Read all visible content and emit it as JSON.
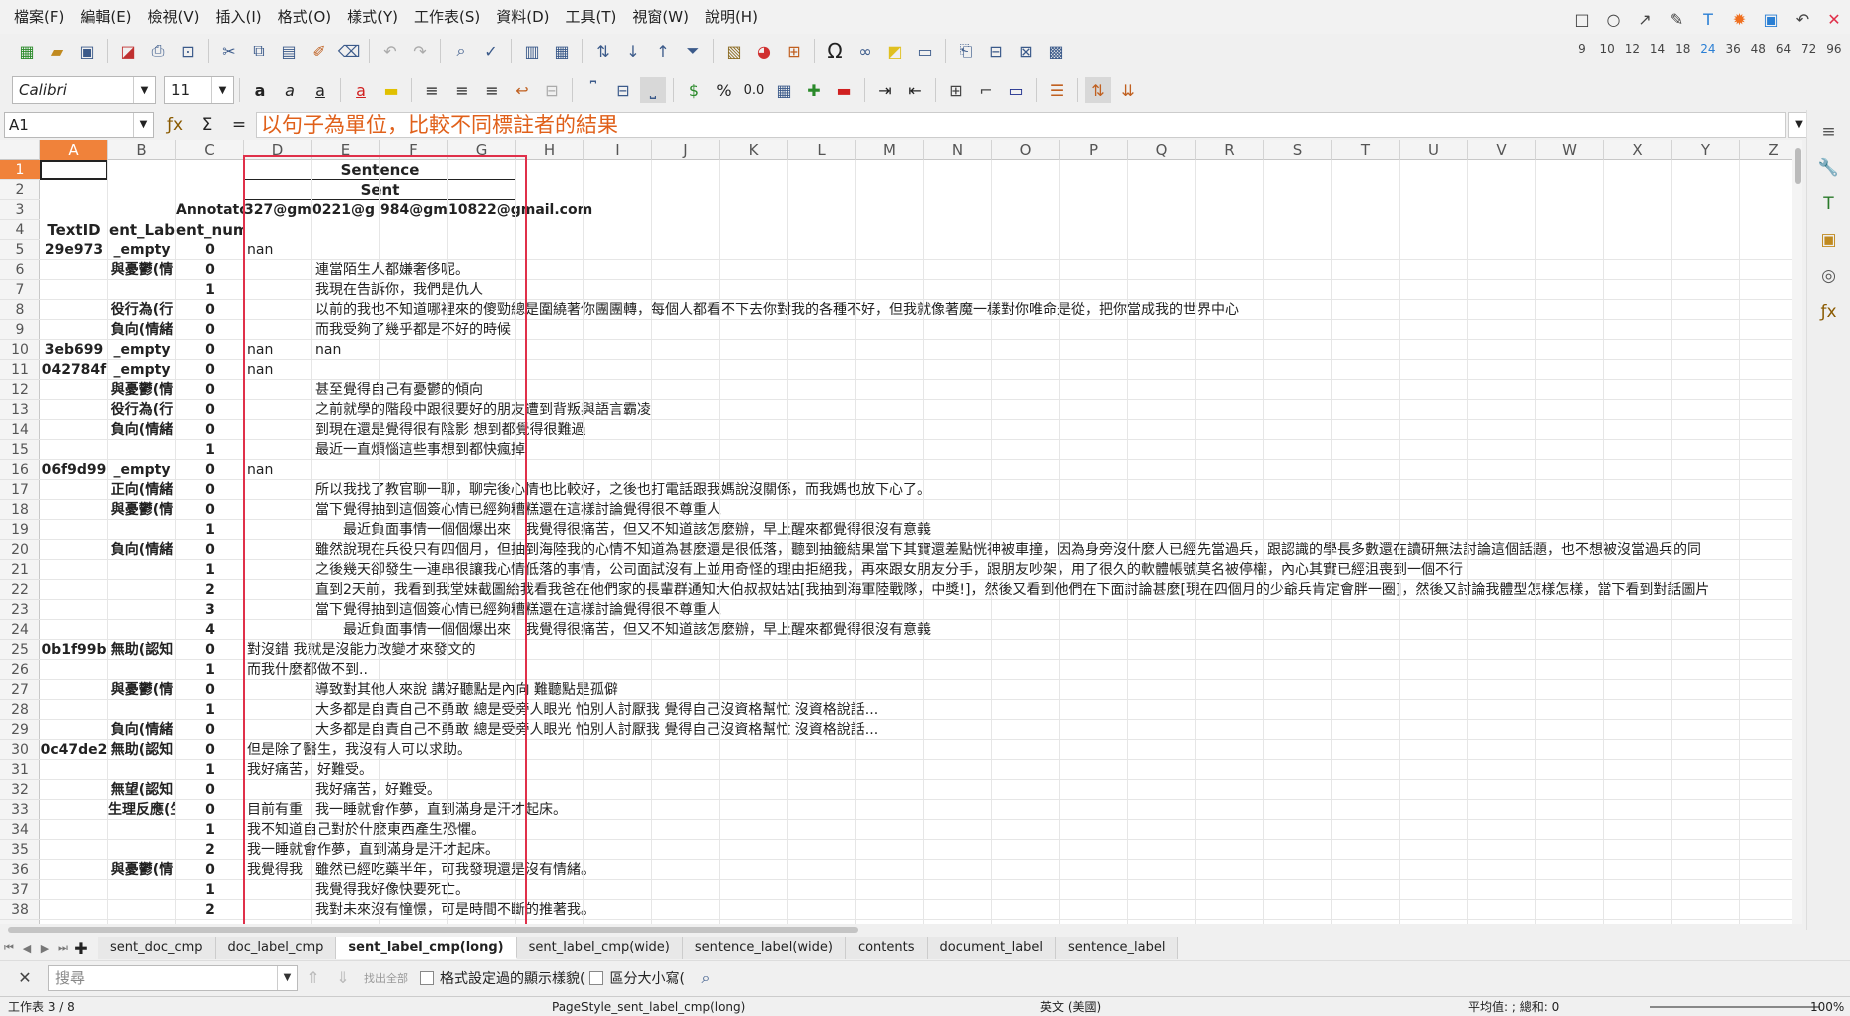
{
  "menu": [
    "檔案(F)",
    "編輯(E)",
    "檢視(V)",
    "插入(I)",
    "格式(O)",
    "樣式(Y)",
    "工作表(S)",
    "資料(D)",
    "工具(T)",
    "視窗(W)",
    "說明(H)"
  ],
  "font": {
    "name": "Calibri",
    "size": "11"
  },
  "drawtools": {
    "sizes": [
      "9",
      "10",
      "12",
      "14",
      "18",
      "24",
      "36",
      "48",
      "64",
      "72",
      "96"
    ]
  },
  "namebox": "A1",
  "formula": "以句子為單位，比較不同標註者的結果",
  "columns": [
    "A",
    "B",
    "C",
    "D",
    "E",
    "F",
    "G",
    "H",
    "I",
    "J",
    "K",
    "L",
    "M",
    "N",
    "O",
    "P",
    "Q",
    "R",
    "S",
    "T",
    "U",
    "V",
    "W",
    "X",
    "Y",
    "Z"
  ],
  "rows": [
    "1",
    "2",
    "3",
    "4",
    "5",
    "6",
    "7",
    "8",
    "9",
    "10",
    "11",
    "12",
    "13",
    "14",
    "15",
    "16",
    "17",
    "18",
    "19",
    "20",
    "21",
    "22",
    "23",
    "24",
    "25",
    "26",
    "27",
    "28",
    "29",
    "30",
    "31",
    "32",
    "33",
    "34",
    "35",
    "36",
    "37",
    "38"
  ],
  "header": {
    "sentence": "Sentence",
    "sent": "Sent",
    "annotator": "Annotato",
    "emails": [
      "327@gm",
      "0221@g",
      "984@gm",
      "10822@gmail.com"
    ],
    "textid": "TextID",
    "label": "ent_Lab",
    "sentnum": "ent_num"
  },
  "cells": [
    {
      "r": 5,
      "a": "29e973",
      "b": "_empty",
      "c": "0",
      "d": "nan",
      "e": ""
    },
    {
      "r": 6,
      "a": "",
      "b": "與憂鬱(情",
      "c": "0",
      "d": "",
      "e": "連當陌生人都嫌奢侈呢。"
    },
    {
      "r": 7,
      "a": "",
      "b": "",
      "c": "1",
      "d": "",
      "e": "我現在告訴你，我們是仇人"
    },
    {
      "r": 8,
      "a": "",
      "b": "役行為(行",
      "c": "0",
      "d": "",
      "e": "以前的我也不知道哪裡來的傻勁總是圍繞著你團團轉，每個人都看不下去你對我的各種不好，但我就像著魔一樣對你唯命是從，把你當成我的世界中心"
    },
    {
      "r": 9,
      "a": "",
      "b": "負向(情緒",
      "c": "0",
      "d": "",
      "e": "而我受夠了幾乎都是不好的時候"
    },
    {
      "r": 10,
      "a": "3eb699",
      "b": "_empty",
      "c": "0",
      "d": "nan",
      "e": "nan"
    },
    {
      "r": 11,
      "a": "042784f",
      "b": "_empty",
      "c": "0",
      "d": "nan",
      "e": ""
    },
    {
      "r": 12,
      "a": "",
      "b": "與憂鬱(情",
      "c": "0",
      "d": "",
      "e": "甚至覺得自己有憂鬱的傾向"
    },
    {
      "r": 13,
      "a": "",
      "b": "役行為(行",
      "c": "0",
      "d": "",
      "e": "之前就學的階段中跟很要好的朋友遭到背叛與語言霸凌"
    },
    {
      "r": 14,
      "a": "",
      "b": "負向(情緒",
      "c": "0",
      "d": "",
      "e": "到現在還是覺得很有陰影 想到都覺得很難過"
    },
    {
      "r": 15,
      "a": "",
      "b": "",
      "c": "1",
      "d": "",
      "e": "最近一直煩惱這些事想到都快瘋掉"
    },
    {
      "r": 16,
      "a": "06f9d99",
      "b": "_empty",
      "c": "0",
      "d": "nan",
      "e": ""
    },
    {
      "r": 17,
      "a": "",
      "b": "正向(情緒",
      "c": "0",
      "d": "",
      "e": "所以我找了教官聊一聊，聊完後心情也比較好，之後也打電話跟我媽說沒關係，而我媽也放下心了。"
    },
    {
      "r": 18,
      "a": "",
      "b": "與憂鬱(情",
      "c": "0",
      "d": "",
      "e": "當下覺得抽到這個簽心情已經夠糟糕還在這樣討論覺得很不尊重人"
    },
    {
      "r": 19,
      "a": "",
      "b": "",
      "c": "1",
      "d": "",
      "e": "　　最近負面事情一個個爆出來　我覺得很痛苦，但又不知道該怎麼辦，早上醒來都覺得很沒有意義"
    },
    {
      "r": 20,
      "a": "",
      "b": "負向(情緒",
      "c": "0",
      "d": "",
      "e": "雖然說現在兵役只有四個月，但抽到海陸我的心情不知道為甚麼還是很低落，聽到抽籤結果當下其實還差點恍神被車撞，因為身旁沒什麼人已經先當過兵，跟認識的學長多數還在讀研無法討論這個話題，也不想被沒當過兵的同"
    },
    {
      "r": 21,
      "a": "",
      "b": "",
      "c": "1",
      "d": "",
      "e": "之後幾天卻發生一連串很讓我心情低落的事情，公司面試沒有上並用奇怪的理由拒絕我，再來跟女朋友分手，跟朋友吵架，用了很久的軟體帳號莫名被停權，內心其實已經沮喪到一個不行"
    },
    {
      "r": 22,
      "a": "",
      "b": "",
      "c": "2",
      "d": "",
      "e": "直到2天前，我看到我堂妹截圖給我看我爸在他們家的長輩群通知大伯叔叔姑姑[我抽到海軍陸戰隊，中獎!]，然後又看到他們在下面討論甚麼[現在四個月的少爺兵肯定會胖一圈]，然後又討論我體型怎樣怎樣，當下看到對話圖片"
    },
    {
      "r": 23,
      "a": "",
      "b": "",
      "c": "3",
      "d": "",
      "e": "當下覺得抽到這個簽心情已經夠糟糕還在這樣討論覺得很不尊重人"
    },
    {
      "r": 24,
      "a": "",
      "b": "",
      "c": "4",
      "d": "",
      "e": "　　最近負面事情一個個爆出來　我覺得很痛苦，但又不知道該怎麼辦，早上醒來都覺得很沒有意義"
    },
    {
      "r": 25,
      "a": "0b1f99b",
      "b": "無助(認知",
      "c": "0",
      "d": "對沒錯 我就是沒能力改變才來發文的",
      "e": ""
    },
    {
      "r": 26,
      "a": "",
      "b": "",
      "c": "1",
      "d": "而我什麼都做不到..",
      "e": ""
    },
    {
      "r": 27,
      "a": "",
      "b": "與憂鬱(情",
      "c": "0",
      "d": "",
      "e": "導致對其他人來說 講好聽點是內向 難聽點是孤僻"
    },
    {
      "r": 28,
      "a": "",
      "b": "",
      "c": "1",
      "d": "",
      "e": "大多都是自責自己不勇敢 總是受旁人眼光 怕別人討厭我 覺得自己沒資格幫忙 沒資格說話..."
    },
    {
      "r": 29,
      "a": "",
      "b": "負向(情緒",
      "c": "0",
      "d": "",
      "e": "大多都是自責自己不勇敢 總是受旁人眼光 怕別人討厭我 覺得自己沒資格幫忙 沒資格說話..."
    },
    {
      "r": 30,
      "a": "0c47de2",
      "b": "無助(認知",
      "c": "0",
      "d": "但是除了醫生，我沒有人可以求助。",
      "e": ""
    },
    {
      "r": 31,
      "a": "",
      "b": "",
      "c": "1",
      "d": "我好痛苦，好難受。",
      "e": ""
    },
    {
      "r": 32,
      "a": "",
      "b": "無望(認知",
      "c": "0",
      "d": "",
      "e": "我好痛苦，好難受。"
    },
    {
      "r": 33,
      "a": "",
      "b": "生理反應(生",
      "c": "0",
      "d": "目前有重",
      "e": "我一睡就會作夢，直到滿身是汗才起床。"
    },
    {
      "r": 34,
      "a": "",
      "b": "",
      "c": "1",
      "d": "我不知道自己對於什麼東西產生恐懼。",
      "e": ""
    },
    {
      "r": 35,
      "a": "",
      "b": "",
      "c": "2",
      "d": "我一睡就會作夢，直到滿身是汗才起床。",
      "e": ""
    },
    {
      "r": 36,
      "a": "",
      "b": "與憂鬱(情",
      "c": "0",
      "d": "我覺得我",
      "e": "雖然已經吃藥半年，可我發現還是沒有情緒。"
    },
    {
      "r": 37,
      "a": "",
      "b": "",
      "c": "1",
      "d": "",
      "e": "我覺得我好像快要死亡。"
    },
    {
      "r": 38,
      "a": "",
      "b": "",
      "c": "2",
      "d": "",
      "e": "我對未來沒有憧憬，可是時間不斷的推著我。"
    }
  ],
  "tabs": [
    "sent_doc_cmp",
    "doc_label_cmp",
    "sent_label_cmp(long)",
    "sent_label_cmp(wide)",
    "sentence_label(wide)",
    "contents",
    "document_label",
    "sentence_label"
  ],
  "active_tab": "sent_label_cmp(long)",
  "findbar": {
    "placeholder": "搜尋",
    "find_all": "找出全部",
    "formatted": "格式設定過的顯示樣貌(",
    "match_case": "區分大小寫("
  },
  "status": {
    "sheet": "工作表 3 / 8",
    "pagestyle": "PageStyle_sent_label_cmp(long)",
    "lang": "英文 (美國)",
    "sum": "平均值: ; 總和: 0",
    "zoom": "100%"
  }
}
